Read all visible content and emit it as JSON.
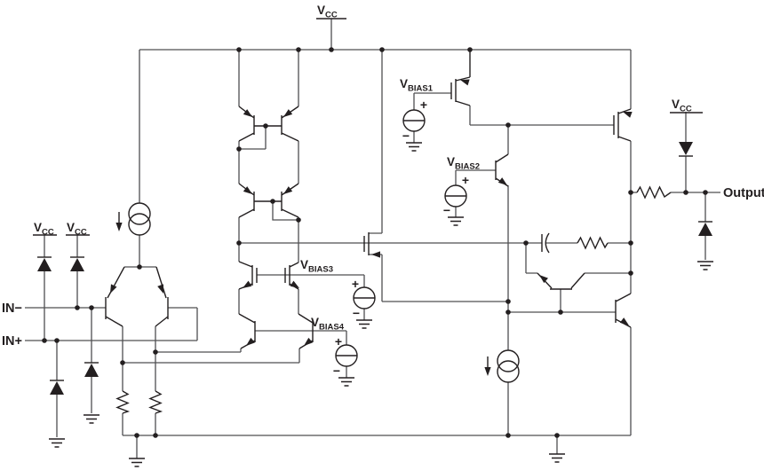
{
  "schematic": {
    "power_labels": {
      "vcc": {
        "main": "V",
        "sub": "CC"
      }
    },
    "bias_labels": {
      "vbias1": {
        "main": "V",
        "sub": "BIAS1"
      },
      "vbias2": {
        "main": "V",
        "sub": "BIAS2"
      },
      "vbias3": {
        "main": "V",
        "sub": "BIAS3"
      },
      "vbias4": {
        "main": "V",
        "sub": "BIAS4"
      }
    },
    "port_labels": {
      "in_minus": "IN−",
      "in_plus": "IN+",
      "output": "Output"
    },
    "source_polarity": {
      "plus": "+",
      "minus": "−"
    },
    "colors": {
      "wire": "#4f4f51",
      "ink": "#231f20",
      "bg": "#ffffff"
    }
  }
}
